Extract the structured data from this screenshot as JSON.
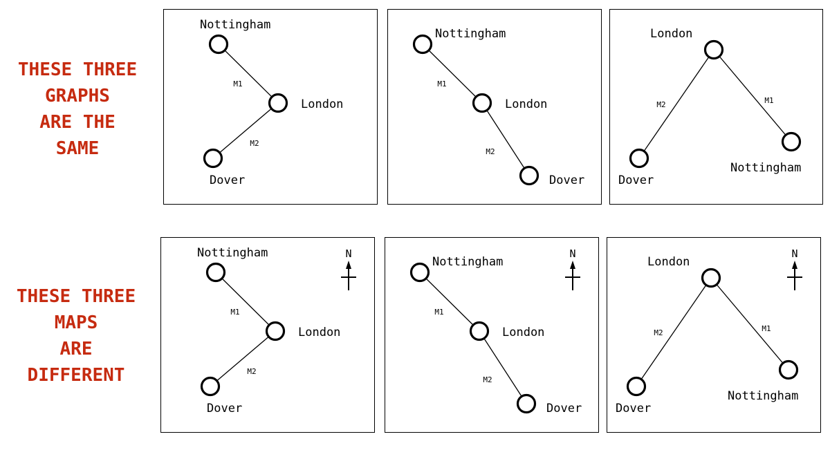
{
  "headings": {
    "graphs": [
      "THESE THREE",
      "GRAPHS",
      "ARE THE",
      "SAME"
    ],
    "maps": [
      "THESE THREE",
      "MAPS",
      "ARE",
      "DIFFERENT"
    ]
  },
  "accent_color": "#c62b10",
  "rows": [
    {
      "kind": "graphs",
      "show_north_arrow": false,
      "panels": [
        {
          "cities": [
            "Nottingham",
            "London",
            "Dover"
          ],
          "roads": [
            {
              "from": "Nottingham",
              "to": "London",
              "label": "M1"
            },
            {
              "from": "London",
              "to": "Dover",
              "label": "M2"
            }
          ]
        },
        {
          "cities": [
            "Nottingham",
            "London",
            "Dover"
          ],
          "roads": [
            {
              "from": "Nottingham",
              "to": "London",
              "label": "M1"
            },
            {
              "from": "London",
              "to": "Dover",
              "label": "M2"
            }
          ]
        },
        {
          "cities": [
            "London",
            "Dover",
            "Nottingham"
          ],
          "roads": [
            {
              "from": "London",
              "to": "Dover",
              "label": "M2"
            },
            {
              "from": "London",
              "to": "Nottingham",
              "label": "M1"
            }
          ]
        }
      ]
    },
    {
      "kind": "maps",
      "show_north_arrow": true,
      "north_label": "N",
      "panels": [
        {
          "cities": [
            "Nottingham",
            "London",
            "Dover"
          ],
          "roads": [
            {
              "from": "Nottingham",
              "to": "London",
              "label": "M1"
            },
            {
              "from": "London",
              "to": "Dover",
              "label": "M2"
            }
          ]
        },
        {
          "cities": [
            "Nottingham",
            "London",
            "Dover"
          ],
          "roads": [
            {
              "from": "Nottingham",
              "to": "London",
              "label": "M1"
            },
            {
              "from": "London",
              "to": "Dover",
              "label": "M2"
            }
          ]
        },
        {
          "cities": [
            "London",
            "Dover",
            "Nottingham"
          ],
          "roads": [
            {
              "from": "London",
              "to": "Dover",
              "label": "M2"
            },
            {
              "from": "London",
              "to": "Nottingham",
              "label": "M1"
            }
          ]
        }
      ]
    }
  ]
}
